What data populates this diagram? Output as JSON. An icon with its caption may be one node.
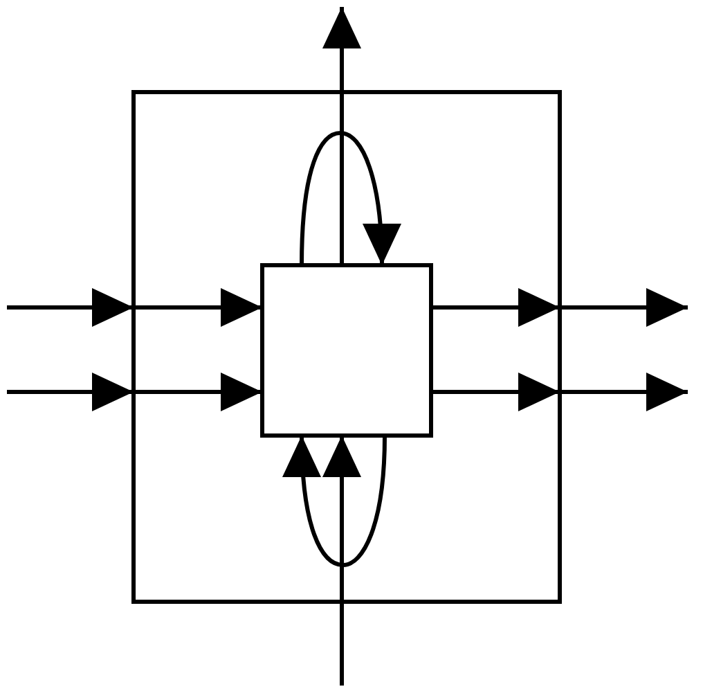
{
  "diagram": {
    "nodes": [
      {
        "text": [],
        "shape": "box"
      },
      {
        "text": [],
        "shape": "box",
        "in": 0
      }
    ],
    "edges": [
      {
        "from": null,
        "to": 0,
        "arrow": "to"
      },
      {
        "from": 0,
        "to": 1,
        "arrow": "to"
      },
      {
        "from": null,
        "to": 0,
        "arrow": "to"
      },
      {
        "from": 0,
        "to": 1,
        "arrow": "to"
      },
      {
        "from": 1,
        "to": 0,
        "arrow": "to"
      },
      {
        "from": 0,
        "to": null,
        "arrow": "to"
      },
      {
        "from": 1,
        "to": 0,
        "arrow": "to"
      },
      {
        "from": 0,
        "to": null,
        "arrow": "to"
      },
      {
        "from": 1,
        "to": null,
        "arrow": "to"
      },
      {
        "from": 1,
        "to": 1,
        "arrow": "to"
      },
      {
        "from": null,
        "to": 1,
        "arrow": "to"
      },
      {
        "from": 1,
        "to": 1,
        "arrow": "to"
      }
    ]
  }
}
